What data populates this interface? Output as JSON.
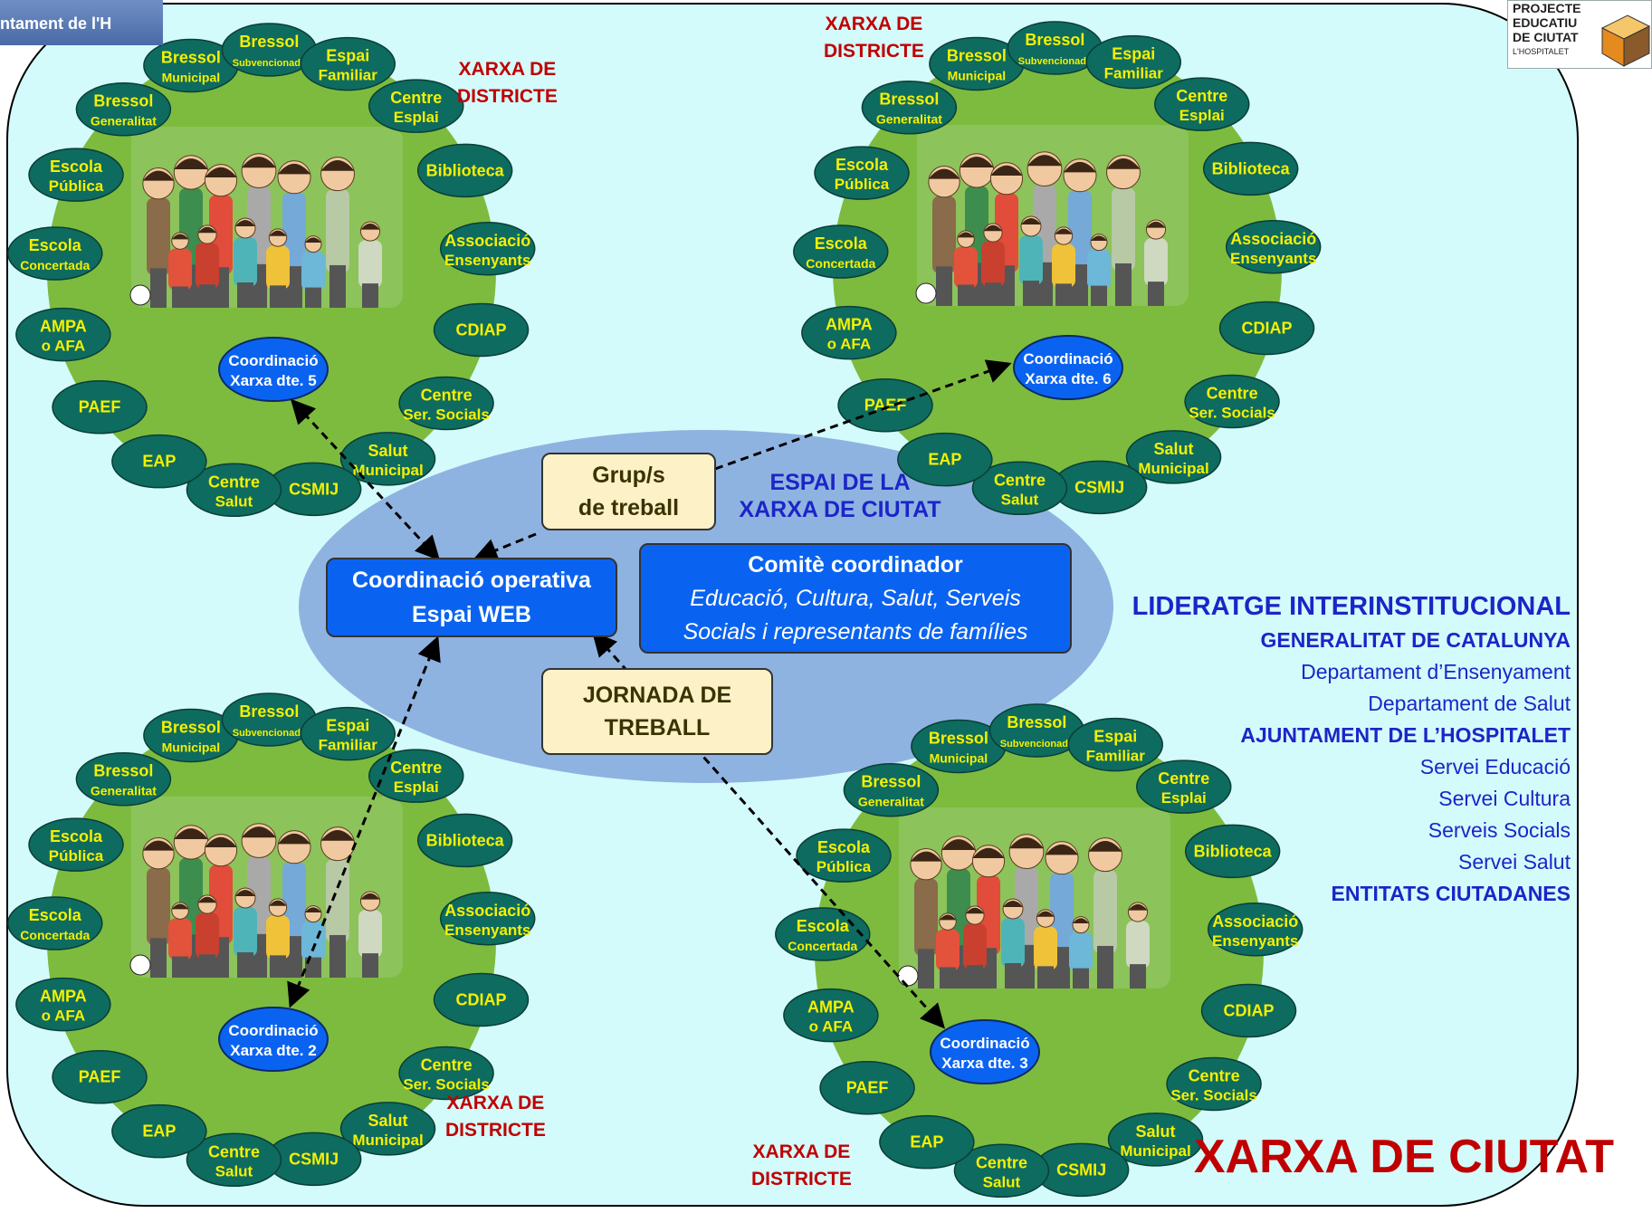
{
  "header": {
    "ajuntament_text": "ntament de l'H",
    "logo_lines": [
      "PROJECTE",
      "EDUCATIU",
      "DE CIUTAT",
      "L'HOSPITALET"
    ]
  },
  "districts": [
    {
      "coord_line1": "Coordinació",
      "coord_line2": "Xarxa dte. 5",
      "label_line1": "XARXA DE",
      "label_line2": "DISTRICTE"
    },
    {
      "coord_line1": "Coordinació",
      "coord_line2": "Xarxa dte. 6",
      "label_line1": "XARXA DE",
      "label_line2": "DISTRICTE"
    },
    {
      "coord_line1": "Coordinació",
      "coord_line2": "Xarxa dte. 2",
      "label_line1": "XARXA DE",
      "label_line2": "DISTRICTE"
    },
    {
      "coord_line1": "Coordinació",
      "coord_line2": "Xarxa dte. 3",
      "label_line1": "XARXA DE",
      "label_line2": "DISTRICTE"
    }
  ],
  "services": [
    {
      "l1": "Bressol",
      "l2": "Generalitat",
      "small": true
    },
    {
      "l1": "Bressol",
      "l2": "Municipal",
      "small": true
    },
    {
      "l1": "Bressol",
      "l2": "Subvencionada",
      "small": true,
      "tiny": true
    },
    {
      "l1": "Espai",
      "l2": "Familiar"
    },
    {
      "l1": "Centre",
      "l2": "Esplai"
    },
    {
      "l1": "Biblioteca",
      "l2": ""
    },
    {
      "l1": "Associació",
      "l2": "Ensenyants"
    },
    {
      "l1": "CDIAP",
      "l2": ""
    },
    {
      "l1": "Centre",
      "l2": "Ser. Socials"
    },
    {
      "l1": "Salut",
      "l2": "Municipal"
    },
    {
      "l1": "CSMIJ",
      "l2": ""
    },
    {
      "l1": "Centre",
      "l2": "Salut"
    },
    {
      "l1": "EAP",
      "l2": ""
    },
    {
      "l1": "PAEF",
      "l2": ""
    },
    {
      "l1": "AMPA",
      "l2": "o AFA"
    },
    {
      "l1": "Escola",
      "l2": "Concertada",
      "small": true
    },
    {
      "l1": "Escola",
      "l2": "Pública"
    }
  ],
  "center": {
    "grup_line1": "Grup/s",
    "grup_line2": "de  treball",
    "espai_line1": "ESPAI DE LA",
    "espai_line2": "XARXA DE CIUTAT",
    "coord_op_line1": "Coordinació operativa",
    "coord_op_line2": "Espai WEB",
    "comite_title": "Comitè coordinador",
    "comite_line1": "Educació, Cultura, Salut, Serveis",
    "comite_line2": "Socials i representants de famílies",
    "jornada_line1": "JORNADA DE",
    "jornada_line2": "TREBALL"
  },
  "lideratge": {
    "title": "LIDERATGE INTERINSTITUCIONAL",
    "generalitat": "GENERALITAT DE CATALUNYA",
    "dept1": "Departament d’Ensenyament",
    "dept2": "Departament de Salut",
    "ajuntament": "AJUNTAMENT DE L’HOSPITALET",
    "servei1": "Servei Educació",
    "servei2": "Servei Cultura",
    "servei3": "Serveis Socials",
    "servei4": "Servei Salut",
    "entitats": "ENTITATS CIUTADANES"
  },
  "footer": {
    "xarxa_ciutat": "XARXA DE CIUTAT"
  },
  "colors": {
    "background": "#d4fbfb",
    "district_green": "#7dbb3e",
    "node_teal": "#0e6b5f",
    "node_text": "#f4f000",
    "coord_blue": "#0a63f0",
    "central_oval": "#8fb3e0",
    "red_text": "#c00000",
    "navy_text": "#1b25c8"
  }
}
